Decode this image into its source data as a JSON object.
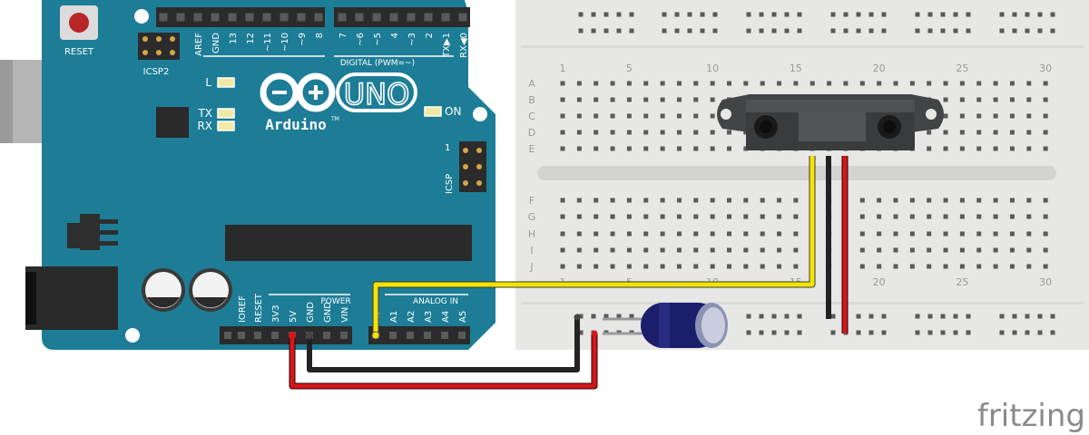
{
  "board": {
    "reset_label": "RESET",
    "icsp2_label": "ICSP2",
    "icsp_label": "ICSP",
    "icsp_pin1": "1",
    "brand": "Arduino",
    "model": "UNO",
    "tm": "TM",
    "led_l": "L",
    "led_tx": "TX",
    "led_rx": "RX",
    "led_on": "ON",
    "digital_label": "DIGITAL (PWM=~)",
    "digital_pins": [
      "AREF",
      "GND",
      "13",
      "12",
      "~11",
      "~10",
      "~9",
      "8",
      "7",
      "~6",
      "~5",
      "4",
      "~3",
      "2",
      "TX▶1",
      "RX◀0"
    ],
    "power_label": "POWER",
    "power_pins": [
      "IOREF",
      "RESET",
      "3V3",
      "5V",
      "GND",
      "GND",
      "VIN"
    ],
    "analog_label": "ANALOG IN",
    "analog_pins": [
      "A0",
      "A1",
      "A2",
      "A3",
      "A4",
      "A5"
    ]
  },
  "breadboard": {
    "col_numbers": [
      "1",
      "5",
      "10",
      "15",
      "20",
      "25",
      "30"
    ],
    "rows_top": [
      "A",
      "B",
      "C",
      "D",
      "E"
    ],
    "rows_bottom": [
      "F",
      "G",
      "H",
      "I",
      "J"
    ]
  },
  "watermark": "fritzing",
  "colors": {
    "board": "#1d7d97",
    "breadboard": "#e7e7e5",
    "wire_signal": "#f5e400",
    "wire_ground": "#222222",
    "wire_power": "#d4171a",
    "capacitor": "#1b1e6b"
  }
}
